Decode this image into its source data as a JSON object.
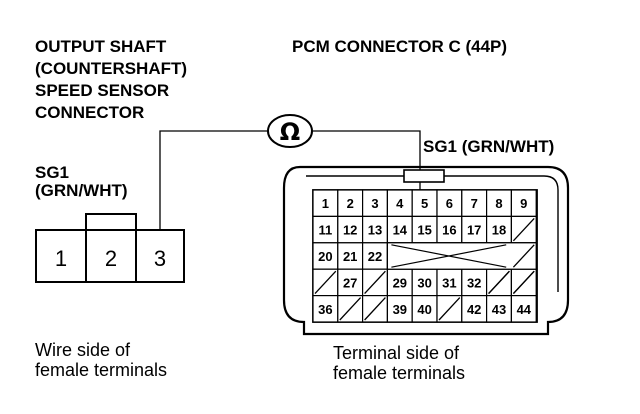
{
  "left": {
    "title_lines": [
      "OUTPUT SHAFT",
      "(COUNTERSHAFT)",
      "SPEED SENSOR",
      "CONNECTOR"
    ],
    "signal_lines": [
      "SG1",
      "(GRN/WHT)"
    ],
    "pins": [
      "1",
      "2",
      "3"
    ],
    "caption_lines": [
      "Wire side of",
      "female terminals"
    ]
  },
  "right": {
    "title": "PCM CONNECTOR C (44P)",
    "signal": "SG1 (GRN/WHT)",
    "caption_lines": [
      "Terminal side of",
      "female terminals"
    ],
    "rows": [
      [
        "1",
        "2",
        "3",
        "4",
        "5",
        "6",
        "7",
        "8",
        "9"
      ],
      [
        "",
        "11",
        "12",
        "13",
        "14",
        "15",
        "16",
        "17",
        "18",
        ""
      ],
      [
        "20",
        "21",
        "22",
        "",
        "",
        "",
        "",
        "",
        ""
      ],
      [
        "",
        "27",
        "",
        "29",
        "30",
        "31",
        "32",
        "",
        ""
      ],
      [
        "36",
        "",
        "",
        "39",
        "40",
        "",
        "42",
        "43",
        "44"
      ]
    ]
  },
  "meter": {
    "symbol": "Ω"
  }
}
